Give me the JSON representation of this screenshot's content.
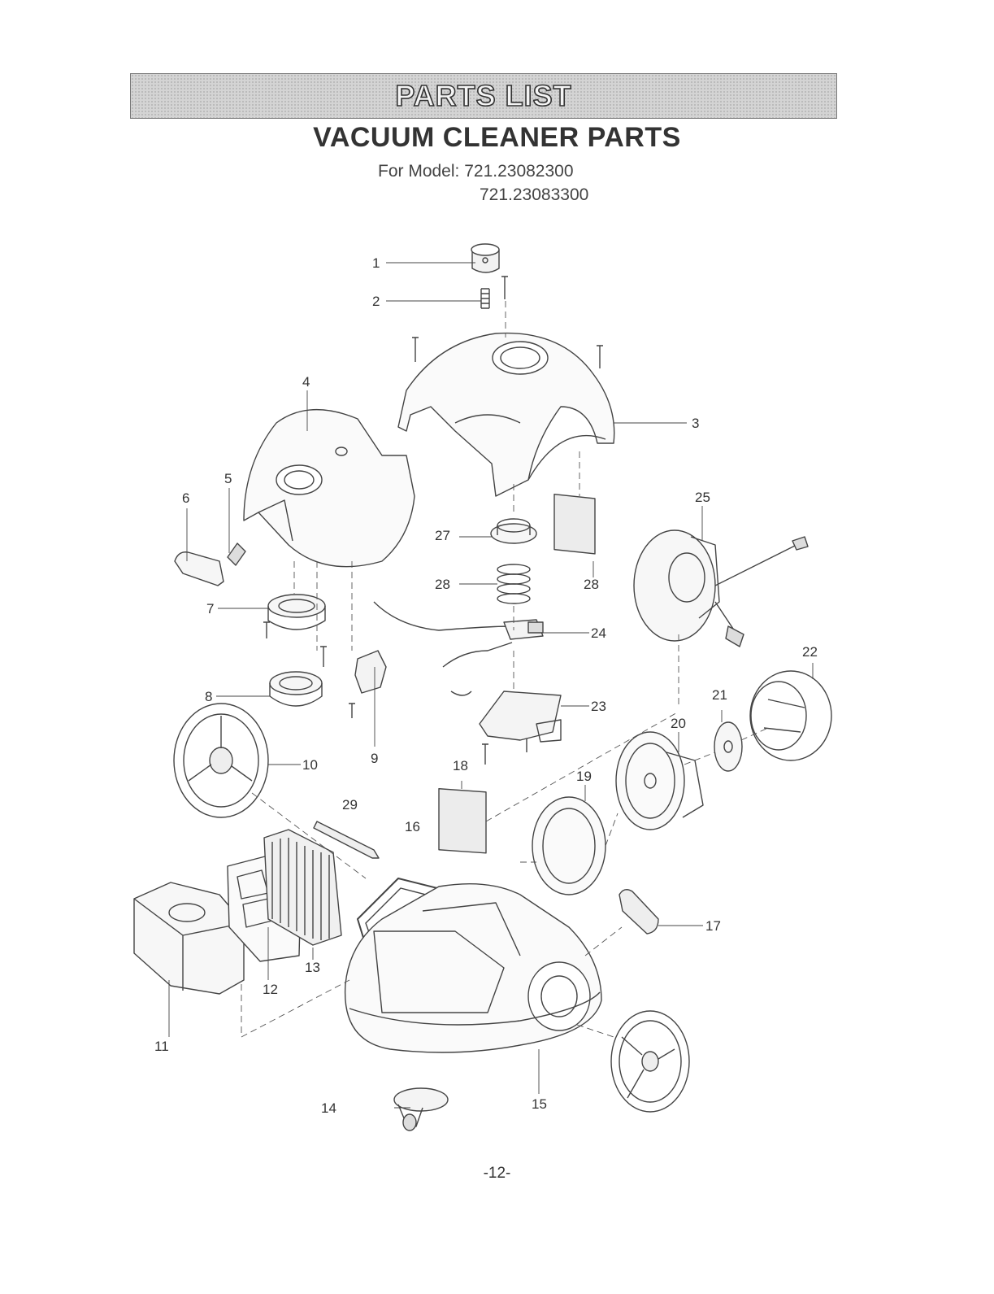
{
  "header": {
    "banner_title": "PARTS LIST",
    "subtitle": "VACUUM CLEANER PARTS",
    "model_label": "For Model:",
    "models": [
      "721.23082300",
      "721.23083300"
    ]
  },
  "callouts": {
    "c1": "1",
    "c2": "2",
    "c3": "3",
    "c4": "4",
    "c5": "5",
    "c6": "6",
    "c7": "7",
    "c8": "8",
    "c9": "9",
    "c10": "10",
    "c11": "11",
    "c12": "12",
    "c13": "13",
    "c14": "14",
    "c15": "15",
    "c16": "16",
    "c17": "17",
    "c18": "18",
    "c19": "19",
    "c20": "20",
    "c21": "21",
    "c22": "22",
    "c23": "23",
    "c24": "24",
    "c25": "25",
    "c27": "27",
    "c28a": "28",
    "c28b": "28",
    "c29": "29"
  },
  "footer": {
    "page_number": "-12-"
  }
}
